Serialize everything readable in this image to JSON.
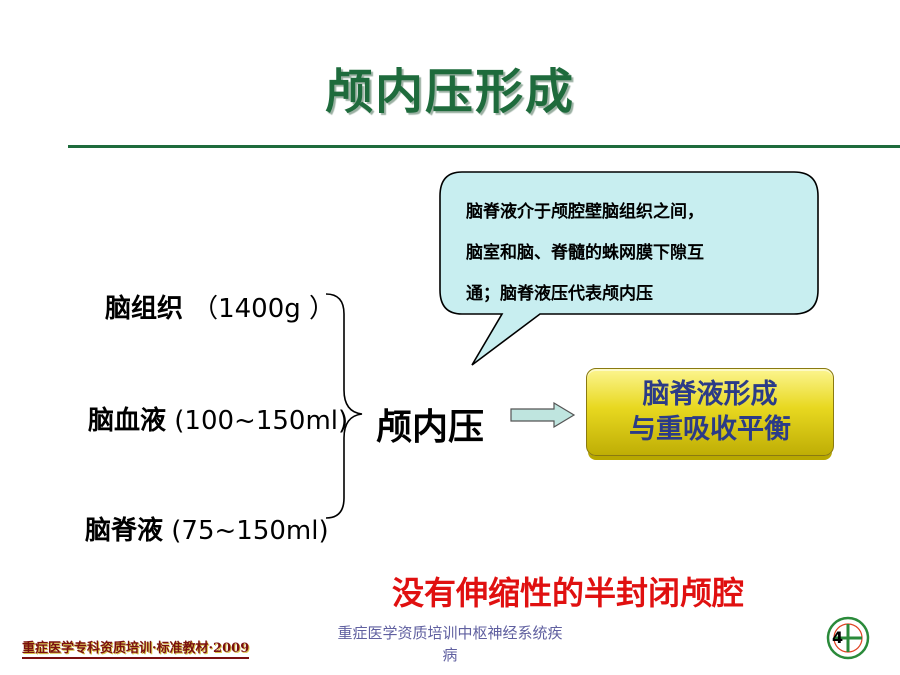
{
  "title": "颅内压形成",
  "components": {
    "tissue": {
      "name": "脑组织",
      "amount": "（1400g ）"
    },
    "blood": {
      "name": "脑血液",
      "amount": "(100~150ml)"
    },
    "csf": {
      "name": "脑脊液",
      "amount": "(75~150ml)"
    }
  },
  "icp_label": "颅内压",
  "balance_box": {
    "line1": "脑脊液形成",
    "line2": "与重吸收平衡"
  },
  "callout": {
    "line1": "脑脊液介于颅腔壁脑组织之间，",
    "line2": "脑室和脑、脊髓的蛛网膜下隙互",
    "line3": "通；脑脊液压代表颅内压"
  },
  "note": "没有伸缩性的半封闭颅腔",
  "footer": {
    "left": "重症医学专科资质培训·标准教材·2009",
    "center_line1": "重症医学资质培训中枢神经系统疾",
    "center_line2": "病",
    "page_number": "4"
  },
  "colors": {
    "title": "#1e6b3c",
    "note": "#e01010",
    "callout_fill": "#c8eef0",
    "box_text": "#2b3b87",
    "box_fill": "#e8d820"
  }
}
